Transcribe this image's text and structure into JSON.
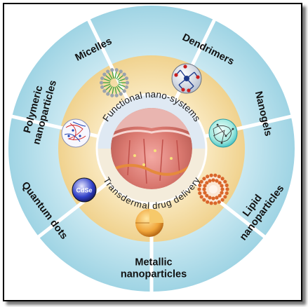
{
  "center": {
    "top_text": "Functional nano-systems",
    "bottom_text": "Transdermal drug delivery"
  },
  "segments": [
    {
      "label_lines": [
        "Micelles"
      ],
      "icon": "micelle-icon"
    },
    {
      "label_lines": [
        "Dendrimers"
      ],
      "icon": "dendrimer-icon"
    },
    {
      "label_lines": [
        "Nanogels"
      ],
      "icon": "nanogel-icon"
    },
    {
      "label_lines": [
        "Lipid",
        "nanoparticles"
      ],
      "icon": "lipid-nanoparticle-icon"
    },
    {
      "label_lines": [
        "Metallic",
        "nanoparticles"
      ],
      "icon": "metallic-nanoparticle-icon"
    },
    {
      "label_lines": [
        "Quantum dots"
      ],
      "icon": "quantum-dot-icon"
    },
    {
      "label_lines": [
        "Polymeric",
        "nanoparticles"
      ],
      "icon": "polymeric-nanoparticle-icon"
    }
  ],
  "quantum_dot_text": "CdSe",
  "colors": {
    "outer_ring": "#a9dbe8",
    "inner_ring": "#f6dfa8",
    "center_top": "#dbe7f2",
    "center_bottom": "#f3ead8",
    "divider": "#ffffff"
  }
}
